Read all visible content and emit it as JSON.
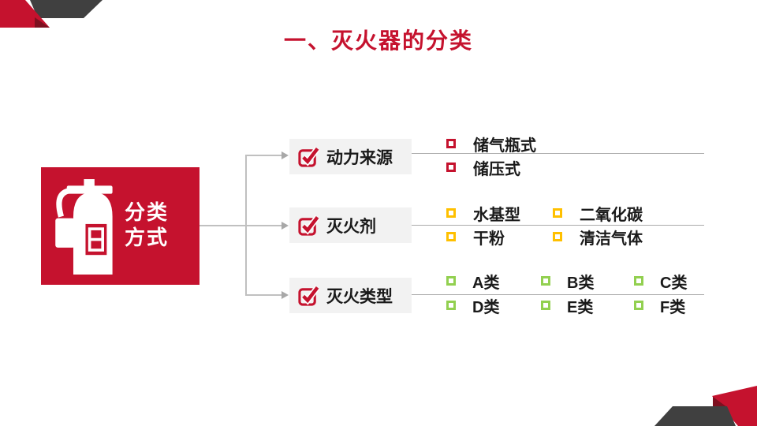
{
  "title": "一、灭火器的分类",
  "root": {
    "label_line1": "分类",
    "label_line2": "方式"
  },
  "groups": [
    {
      "label": "动力来源",
      "bullet_color": "#C5122E",
      "rows": [
        [
          "储气瓶式"
        ],
        [
          "储压式"
        ]
      ]
    },
    {
      "label": "灭火剂",
      "bullet_color": "#FFC000",
      "rows": [
        [
          "水基型",
          "二氧化碳"
        ],
        [
          "干粉",
          "清洁气体"
        ]
      ]
    },
    {
      "label": "灭火类型",
      "bullet_color": "#92D050",
      "rows": [
        [
          "A类",
          "B类",
          "C类"
        ],
        [
          "D类",
          "E类",
          "F类"
        ]
      ]
    }
  ],
  "icons": {
    "root": "fire-extinguisher-icon",
    "group": "checkbox-checked-icon",
    "item": "square-outline-bullet"
  },
  "colors": {
    "brand_red": "#C5122E",
    "dark_gray": "#404040",
    "fold_maroon": "#7E1020",
    "label_box_bg": "#F2F2F2",
    "bullet_red": "#C5122E",
    "bullet_yellow": "#FFC000",
    "bullet_green": "#92D050",
    "text_black": "#1A1A1A",
    "connector_gray": "#C0C0C0",
    "divider_gray": "#ABABAB",
    "white": "#FFFFFF"
  }
}
